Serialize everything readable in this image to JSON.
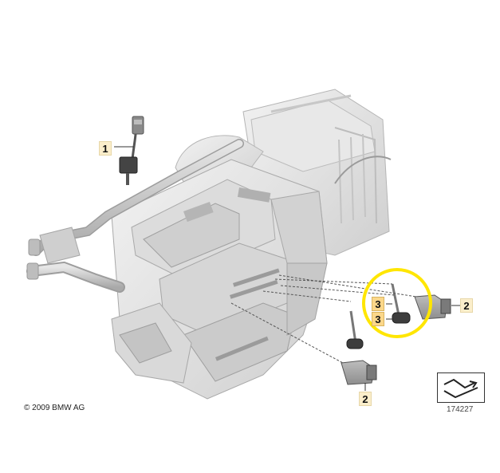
{
  "callouts": {
    "c1": "1",
    "c2_right": "2",
    "c2_bottom": "2",
    "c3_top": "3",
    "c3_bottom": "3"
  },
  "copyright": "© 2009 BMW AG",
  "reference_number": "174227",
  "icons": {
    "navigation": "arrow-to-tray-icon"
  },
  "colors": {
    "highlight_ring": "#ffe600",
    "callout_fill": "#fbeecb",
    "callout_selected_fill": "#fbd78a"
  }
}
